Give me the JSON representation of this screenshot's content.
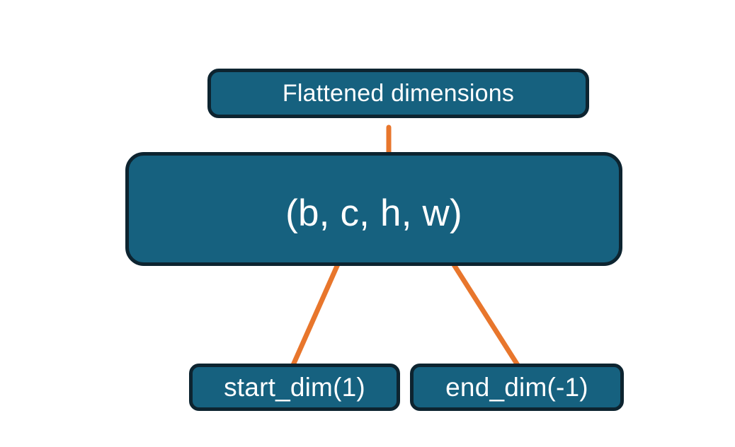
{
  "diagram": {
    "title": "Flatten dimensions diagram",
    "background_color": "#FFFFFF",
    "node_fill_color": "#16617F",
    "node_border_color": "#0D2430",
    "node_text_color": "#FFFFFF",
    "connector_color": "#E8762C",
    "nodes": [
      {
        "id": "flattened-dimensions",
        "label": "Flattened dimensions",
        "role": "annotation-box"
      },
      {
        "id": "shape-tuple",
        "label": "(b, c, h, w)",
        "role": "tensor-shape-box"
      },
      {
        "id": "start-dim",
        "label": "start_dim(1)",
        "role": "argument-box"
      },
      {
        "id": "end-dim",
        "label": "end_dim(-1)",
        "role": "argument-box"
      }
    ],
    "connectors": [
      {
        "id": "brace-connector",
        "type": "curly-brace",
        "from": "shape-tuple",
        "to": "flattened-dimensions",
        "covers": "c, h, w"
      },
      {
        "id": "start-dim-arrow",
        "type": "arrow",
        "from": "start-dim",
        "to": "shape-tuple",
        "points_at": "c"
      },
      {
        "id": "end-dim-arrow",
        "type": "arrow",
        "from": "end-dim",
        "to": "shape-tuple",
        "points_at": "w"
      }
    ]
  }
}
